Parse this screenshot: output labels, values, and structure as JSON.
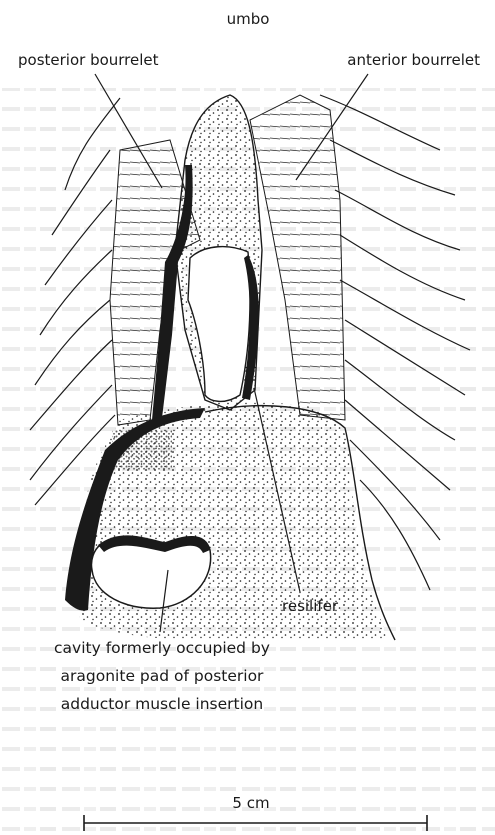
{
  "labels": {
    "umbo": "umbo",
    "posterior_bourrelet": "posterior bourrelet",
    "anterior_bourrelet": "anterior bourrelet",
    "resilifer": "resilifer",
    "cavity": [
      "cavity formerly occupied by",
      "aragonite pad of posterior",
      "adductor muscle insertion"
    ]
  },
  "scale_bar": {
    "label": "5 cm"
  },
  "colors": {
    "ink": "#1a1a1a",
    "background_text": "#cfcfcf",
    "page": "#ffffff"
  }
}
